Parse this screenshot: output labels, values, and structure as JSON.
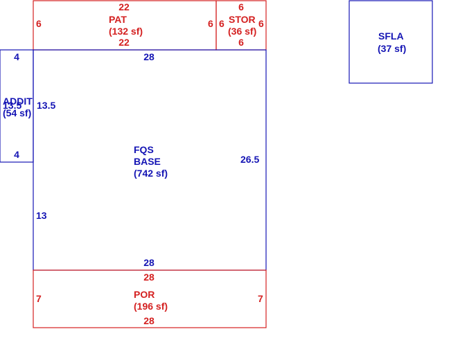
{
  "colors": {
    "red": "#d42020",
    "blue": "#1414b4"
  },
  "areas": {
    "pat": {
      "name": "PAT",
      "area": "(132 sf)",
      "top": "22",
      "bottom": "22",
      "left": "6",
      "right": "6"
    },
    "stor": {
      "name": "STOR",
      "area": "(36 sf)",
      "top": "6",
      "bottom": "6",
      "left": "6",
      "right": "6"
    },
    "base": {
      "name_line1": "FQS",
      "name_line2": "BASE",
      "area": "(742 sf)",
      "top": "28",
      "bottom": "28",
      "left": "13",
      "right": "26.5"
    },
    "addit": {
      "name": "ADDIT",
      "area": "(54 sf)",
      "top": "4",
      "bottom": "4",
      "left": "13.5",
      "right": "13.5"
    },
    "por": {
      "name": "POR",
      "area": "(196 sf)",
      "top": "28",
      "bottom": "28",
      "left": "7",
      "right": "7"
    },
    "sfla": {
      "name": "SFLA",
      "area": "(37 sf)"
    }
  }
}
